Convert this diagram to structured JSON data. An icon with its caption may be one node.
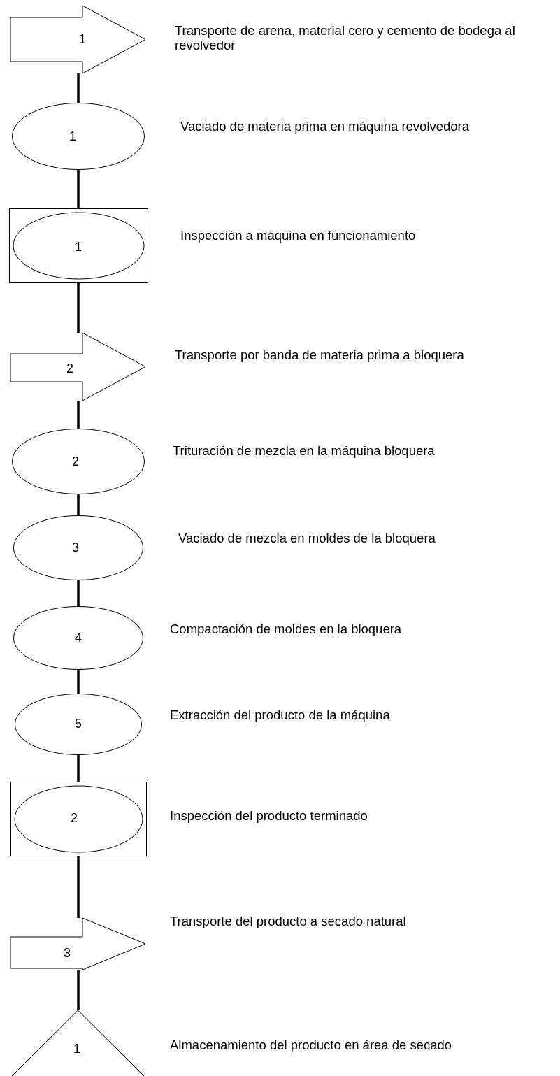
{
  "diagram": {
    "nodes": [
      {
        "text": [
          "1"
        ],
        "beside": [
          "Transporte de arena, material cero y cemento de bodega al revolvedor"
        ]
      },
      {
        "text": [
          "1"
        ],
        "beside": [
          "Vaciado de materia prima en máquina revolvedora"
        ]
      },
      {
        "text": [
          "1"
        ],
        "beside": [
          "Inspección a máquina en funcionamiento"
        ]
      },
      {
        "text": [
          "2"
        ],
        "beside": [
          "Transporte por banda de materia prima a bloquera"
        ]
      },
      {
        "text": [
          "2"
        ],
        "beside": [
          "Trituración de mezcla en la máquina bloquera"
        ]
      },
      {
        "text": [
          "3"
        ],
        "beside": [
          "Vaciado de mezcla en moldes de la bloquera"
        ]
      },
      {
        "text": [
          "4"
        ],
        "beside": [
          "Compactación de moldes en la bloquera"
        ]
      },
      {
        "text": [
          "5"
        ],
        "beside": [
          "Extracción del producto de la máquina"
        ]
      },
      {
        "text": [
          "2"
        ],
        "beside": [
          "Inspección del producto terminado"
        ]
      },
      {
        "text": [
          "3"
        ],
        "beside": [
          "Transporte del producto a secado natural"
        ]
      },
      {
        "text": [
          "1"
        ],
        "beside": [
          "Almacenamiento del producto en área de secado"
        ]
      }
    ],
    "edges": [
      {
        "from": 0,
        "to": 1,
        "arrow": "none"
      },
      {
        "from": 1,
        "to": 2,
        "arrow": "none"
      },
      {
        "from": 2,
        "to": 3,
        "arrow": "none"
      },
      {
        "from": 3,
        "to": 4,
        "arrow": "none"
      },
      {
        "from": 4,
        "to": 5,
        "arrow": "none"
      },
      {
        "from": 5,
        "to": 6,
        "arrow": "none"
      },
      {
        "from": 6,
        "to": 7,
        "arrow": "none"
      },
      {
        "from": 7,
        "to": 8,
        "arrow": "none"
      },
      {
        "from": 8,
        "to": 9,
        "arrow": "none"
      },
      {
        "from": 9,
        "to": 10,
        "arrow": "none"
      }
    ]
  }
}
